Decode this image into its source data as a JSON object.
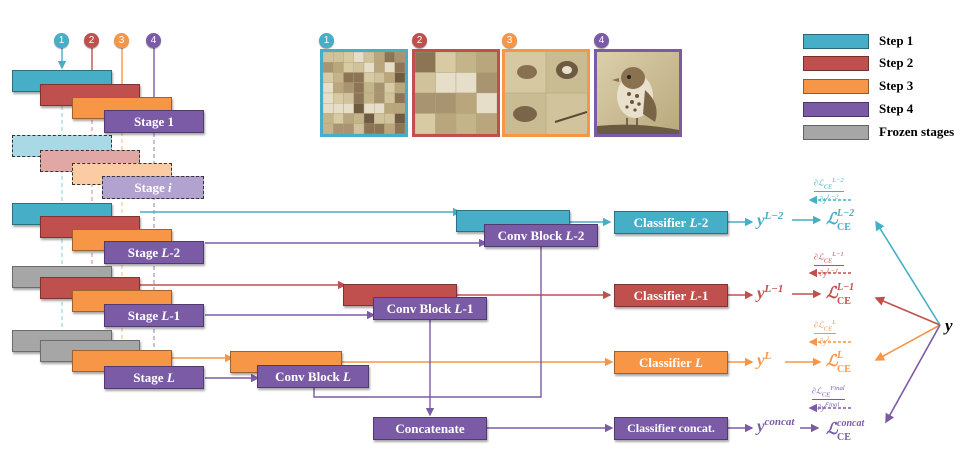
{
  "colors": {
    "step1": "#46AEC6",
    "step2": "#C0504D",
    "step3": "#F79646",
    "step4": "#7B5BA6",
    "frozen": "#A6A6A6"
  },
  "step_badges": [
    "1",
    "2",
    "3",
    "4"
  ],
  "image_badges": [
    "1",
    "2",
    "3",
    "4"
  ],
  "legend": {
    "step1": "Step 1",
    "step2": "Step 2",
    "step3": "Step 3",
    "step4": "Step 4",
    "frozen": "Frozen stages"
  },
  "stages": {
    "stage1": "Stage 1",
    "stage_i_prefix": "Stage ",
    "stage_i_var": "i",
    "stage_l2_prefix": "Stage ",
    "stage_l2_var": "L",
    "stage_l2_suffix": "-2",
    "stage_l1_prefix": "Stage ",
    "stage_l1_var": "L",
    "stage_l1_suffix": "-1",
    "stage_l_prefix": "Stage ",
    "stage_l_var": "L"
  },
  "conv_blocks": {
    "l2_prefix": "Conv Block ",
    "l2_var": "L",
    "l2_suffix": "-2",
    "l1_prefix": "Conv Block ",
    "l1_var": "L",
    "l1_suffix": "-1",
    "l_prefix": "Conv Block ",
    "l_var": "L"
  },
  "concatenate": "Concatenate",
  "classifiers": {
    "l2_prefix": "Classifier ",
    "l2_var": "L",
    "l2_suffix": "-2",
    "l1_prefix": "Classifier ",
    "l1_var": "L",
    "l1_suffix": "-1",
    "l_prefix": "Classifier ",
    "l_var": "L",
    "concat": "Classifier concat."
  },
  "outputs": {
    "l2_base": "y",
    "l2_sup": "L−2",
    "l1_base": "y",
    "l1_sup": "L−1",
    "l_base": "y",
    "l_sup": "L",
    "concat_base": "y",
    "concat_sup": "concat"
  },
  "losses": {
    "l2_base": "ℒ",
    "l2_sup": "L−2",
    "l2_sub": "CE",
    "l1_base": "ℒ",
    "l1_sup": "L−1",
    "l1_sub": "CE",
    "l_base": "ℒ",
    "l_sup": "L",
    "l_sub": "CE",
    "concat_base": "ℒ",
    "concat_sup": "concat",
    "concat_sub": "CE"
  },
  "gradients": {
    "l2_num": "∂ℒ",
    "l2_num_sub": "CE",
    "l2_num_sup": "L−2",
    "l2_den": "∂y",
    "l2_den_sup": "L−2",
    "l1_num": "∂ℒ",
    "l1_num_sub": "CE",
    "l1_num_sup": "L−1",
    "l1_den": "∂y",
    "l1_den_sup": "L−1",
    "l_num": "∂ℒ",
    "l_num_sub": "CE",
    "l_num_sup": "L",
    "l_den": "∂y",
    "l_den_sup": "L",
    "f_num": "∂ℒ",
    "f_num_sub": "CE",
    "f_num_sup": "Final",
    "f_den": "∂y",
    "f_den_sup": "Final"
  },
  "target": "y"
}
